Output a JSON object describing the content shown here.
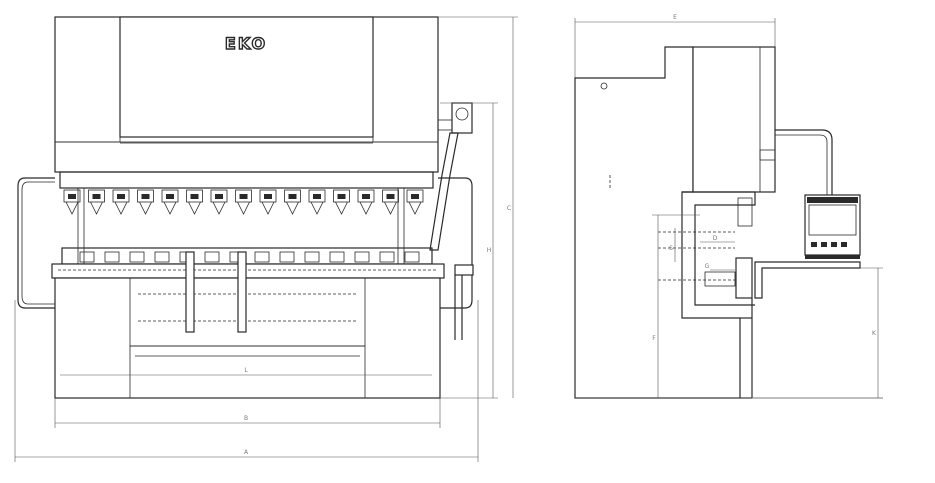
{
  "brand": {
    "logo_text": "EKO"
  },
  "colors": {
    "line": "#2a2a2a",
    "dimension": "#555555",
    "background": "#ffffff"
  },
  "front_view": {
    "dimensions": {
      "overall_width": "A",
      "frame_width": "B",
      "table_length": "L",
      "overall_height": "C",
      "working_height": "H"
    }
  },
  "side_view": {
    "dimensions": {
      "depth": "E",
      "throat": "D",
      "stroke": "S",
      "table_height": "K",
      "open_height": "F",
      "gap": "G"
    },
    "controller_icon": "cnc-controller-screen"
  }
}
